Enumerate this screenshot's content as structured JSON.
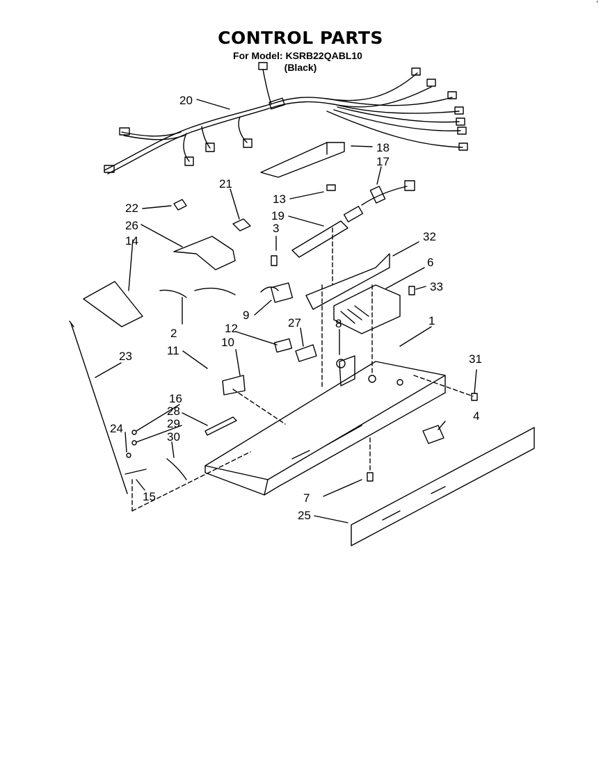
{
  "header": {
    "title": "CONTROL PARTS",
    "model_line": "For Model: KSRB22QABL10",
    "color_line": "(Black)",
    "corner_mark": "'"
  },
  "callouts": {
    "c1": "1",
    "c2": "2",
    "c3": "3",
    "c4": "4",
    "c6": "6",
    "c7": "7",
    "c8": "8",
    "c9": "9",
    "c10": "10",
    "c11": "11",
    "c12": "12",
    "c13": "13",
    "c14": "14",
    "c15": "15",
    "c16": "16",
    "c17": "17",
    "c18": "18",
    "c19": "19",
    "c20": "20",
    "c21": "21",
    "c22": "22",
    "c23": "23",
    "c24": "24",
    "c25": "25",
    "c26": "26",
    "c27": "27",
    "c28": "28",
    "c29": "29",
    "c30": "30",
    "c31": "31",
    "c32": "32",
    "c33": "33"
  }
}
